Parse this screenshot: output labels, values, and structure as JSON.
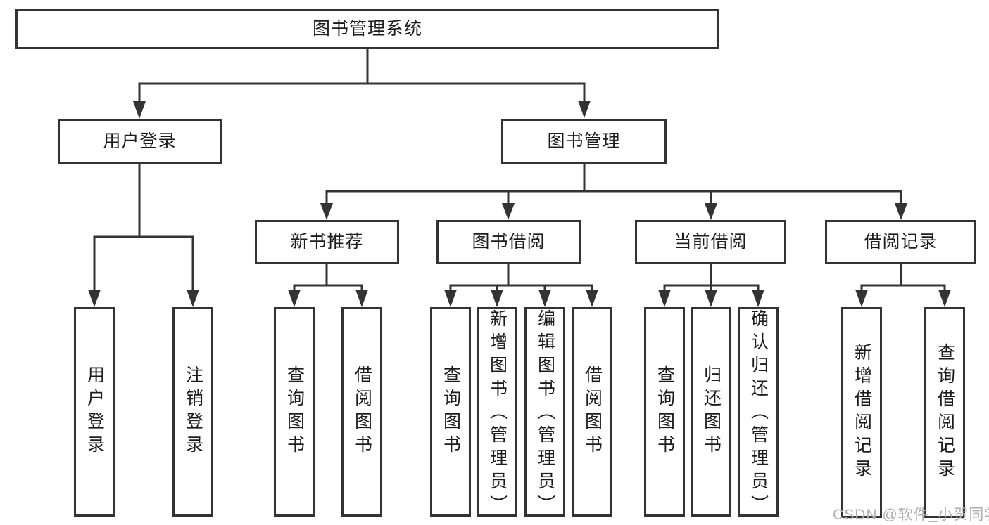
{
  "tree": {
    "root": "图书管理系统",
    "branches": [
      {
        "label": "用户登录",
        "children": [
          "用户登录",
          "注销登录"
        ]
      },
      {
        "label": "图书管理",
        "children": [
          {
            "label": "新书推荐",
            "children": [
              "查询图书",
              "借阅图书"
            ]
          },
          {
            "label": "图书借阅",
            "children": [
              "查询图书",
              "新增图书（管理员）",
              "编辑图书（管理员）",
              "借阅图书"
            ]
          },
          {
            "label": "当前借阅",
            "children": [
              "查询图书",
              "归还图书",
              "确认归还（管理员）"
            ]
          },
          {
            "label": "借阅记录",
            "children": [
              "新增借阅记录",
              "查询借阅记录"
            ]
          }
        ]
      }
    ]
  },
  "watermark": "CSDN @软件_小贺同学",
  "colors": {
    "line": "#333333",
    "box_border": "#333333",
    "text": "#1c1c1c",
    "watermark": "#b0b0b0",
    "background": "#ffffff"
  }
}
